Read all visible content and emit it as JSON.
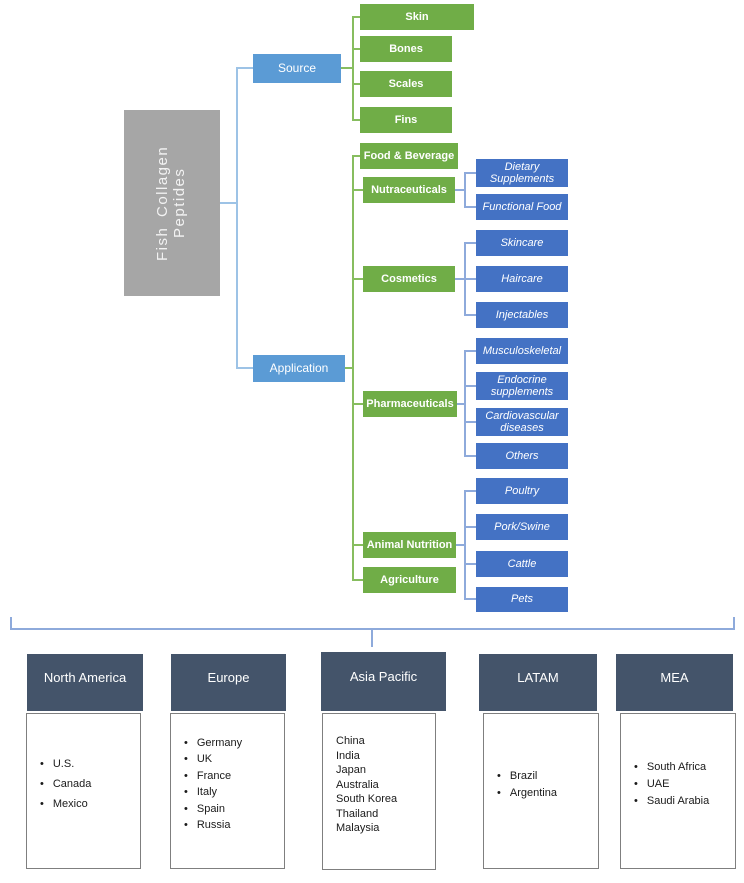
{
  "tree": {
    "root": "Fish Collagen Peptides",
    "source": {
      "label": "Source",
      "children": [
        "Skin",
        "Bones",
        "Scales",
        "Fins"
      ]
    },
    "application": {
      "label": "Application",
      "children": [
        "Food & Beverage",
        "Nutraceuticals",
        "Cosmetics",
        "Pharmaceuticals",
        "Animal Nutrition",
        "Agriculture"
      ]
    },
    "nutraceuticals": [
      "Dietary Supplements",
      "Functional Food"
    ],
    "cosmetics": [
      "Skincare",
      "Haircare",
      "Injectables"
    ],
    "pharmaceuticals": [
      "Musculoskeletal",
      "Endocrine supplements",
      "Cardiovascular diseases",
      "Others"
    ],
    "animal_nutrition": [
      "Poultry",
      "Pork/Swine",
      "Cattle",
      "Pets"
    ]
  },
  "regions": [
    {
      "name": "North America",
      "items": [
        "U.S.",
        "Canada",
        "Mexico"
      ]
    },
    {
      "name": "Europe",
      "items": [
        "Germany",
        "UK",
        "France",
        "Italy",
        "Spain",
        "Russia"
      ]
    },
    {
      "name": "Asia Pacific",
      "items": [
        "China",
        "India",
        "Japan",
        "Australia",
        "South Korea",
        "Thailand",
        "Malaysia"
      ]
    },
    {
      "name": "LATAM",
      "items": [
        "Brazil",
        "Argentina"
      ]
    },
    {
      "name": "MEA",
      "items": [
        "South Africa",
        "UAE",
        "Saudi Arabia"
      ]
    }
  ],
  "colors": {
    "category_green": "#70AD47",
    "leaf_blue": "#4472C4",
    "branch_blue": "#5B9BD5",
    "root_gray": "#A6A6A6",
    "region_header": "#44546A",
    "connector_sky": "#9DC3E6",
    "connector_green": "#87BD5F",
    "connector_periwinkle": "#8EAADB"
  }
}
